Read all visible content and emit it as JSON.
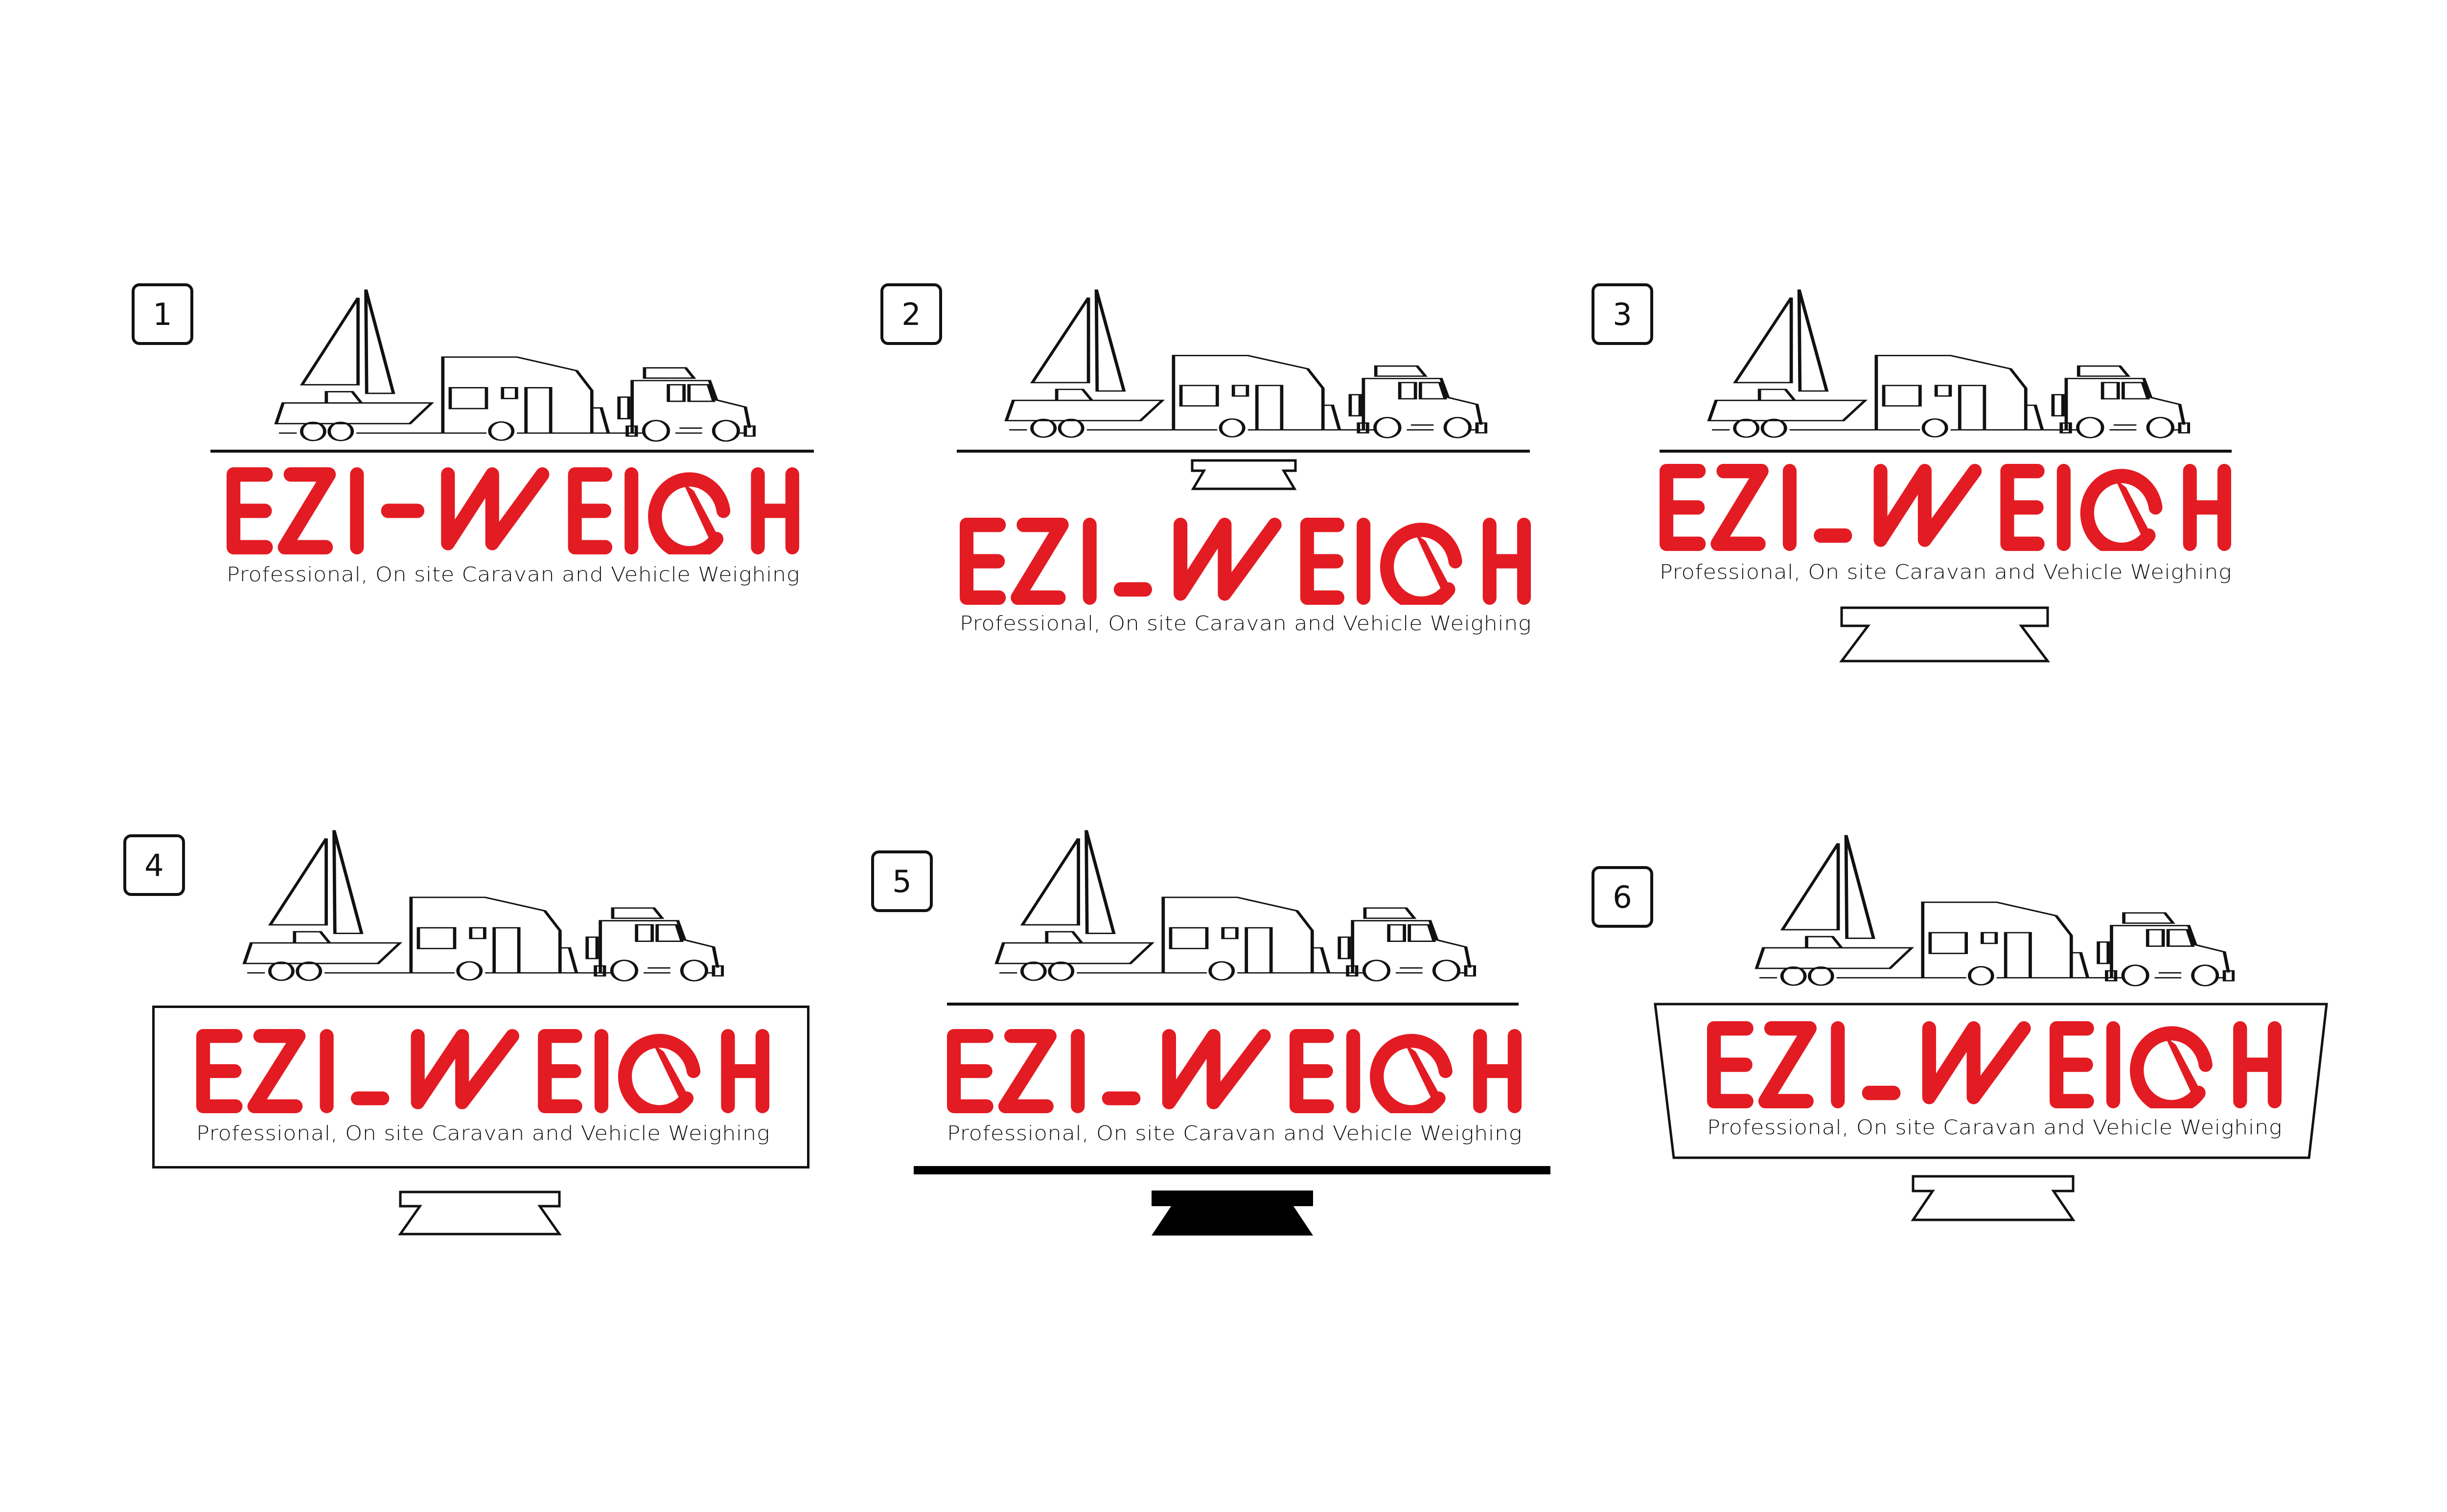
{
  "sheet": {
    "background": "#ffffff",
    "brand_color": "#E31B23",
    "ink_color": "#111111"
  },
  "brand": {
    "name_part1": "EZI",
    "name_part2": "WEIGH",
    "full_name": "EZI-WEIGH",
    "tagline": "Professional, On site Caravan and Vehicle Weighing",
    "tagline_parts": {
      "lead": "Professional, On site Caravan and ",
      "v": "V",
      "ehicle": "ehicle ",
      "w": "W",
      "eighing": "eighing"
    },
    "illustration_icons": [
      "sailboat-icon",
      "boat-trailer-icon",
      "caravan-icon",
      "4wd-vehicle-icon"
    ],
    "scale_icon": "weigh-scale-stand-icon"
  },
  "variants": [
    {
      "number": "1",
      "hyphen_style": "centered",
      "frame": "divider-line",
      "stand": "none"
    },
    {
      "number": "2",
      "hyphen_style": "low",
      "frame": "divider-line",
      "stand": "outline-below-line"
    },
    {
      "number": "3",
      "hyphen_style": "low",
      "frame": "divider-line",
      "stand": "outline-below-tagline"
    },
    {
      "number": "4",
      "hyphen_style": "low",
      "frame": "rectangle",
      "stand": "outline"
    },
    {
      "number": "5",
      "hyphen_style": "low",
      "frame": "line-above-heavy-bar-below",
      "stand": "filled"
    },
    {
      "number": "6",
      "hyphen_style": "low",
      "frame": "trapezoid",
      "stand": "outline"
    }
  ]
}
